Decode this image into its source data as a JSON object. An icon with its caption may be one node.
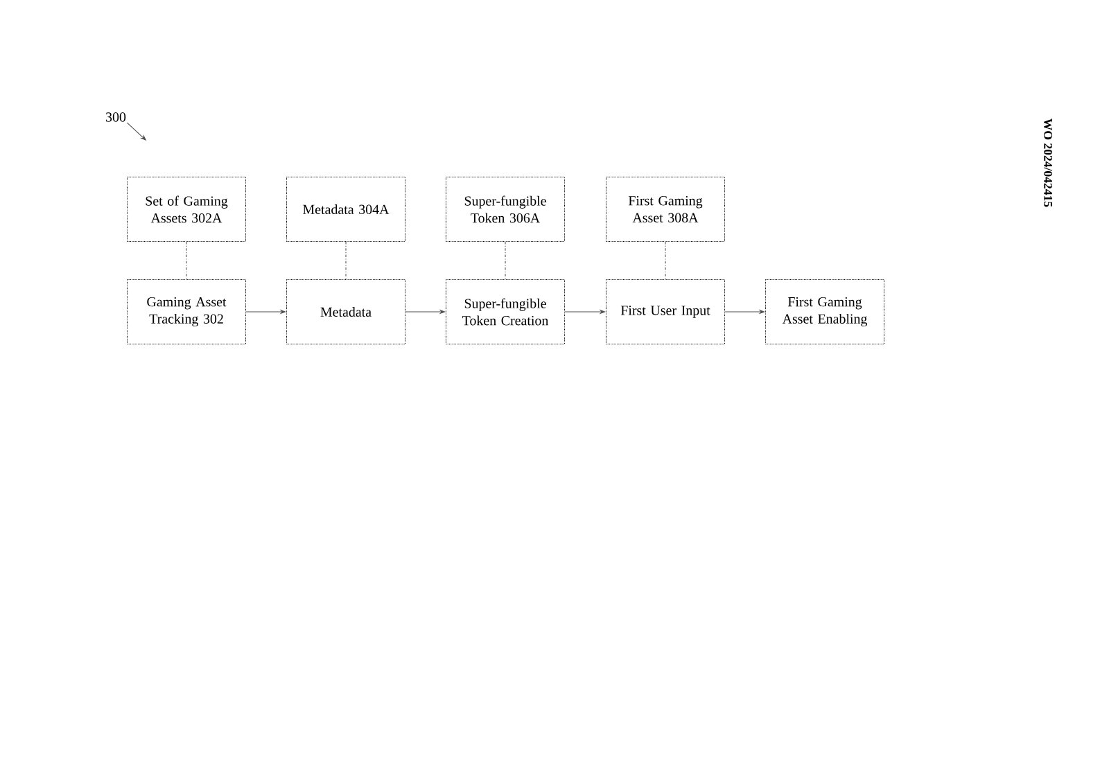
{
  "diagram": {
    "nodes": [
      {
        "text": [
          "Set of Gaming Assets 302A"
        ]
      },
      {
        "text": [
          "Metadata 304A"
        ]
      },
      {
        "text": [
          "Super-fungible Token 306A"
        ]
      },
      {
        "text": [
          "First Gaming Asset 308A"
        ]
      },
      {
        "text": [
          "Gaming Asset Tracking 302"
        ]
      },
      {
        "text": [
          "Metadata"
        ]
      },
      {
        "text": [
          "Super-fungible Token Creation"
        ]
      },
      {
        "text": [
          "First User Input"
        ]
      },
      {
        "text": [
          "First Gaming Asset Enabling"
        ]
      },
      {
        "text": [
          "300"
        ]
      }
    ],
    "edges": [
      {
        "from": 0,
        "to": 4,
        "arrow": "none",
        "style": "dashed"
      },
      {
        "from": 1,
        "to": 5,
        "arrow": "none",
        "style": "dashed"
      },
      {
        "from": 2,
        "to": 6,
        "arrow": "none",
        "style": "dashed"
      },
      {
        "from": 3,
        "to": 7,
        "arrow": "none",
        "style": "dashed"
      },
      {
        "from": 4,
        "to": 5,
        "arrow": "to"
      },
      {
        "from": 5,
        "to": 6,
        "arrow": "to"
      },
      {
        "from": 6,
        "to": 7,
        "arrow": "to"
      },
      {
        "from": 7,
        "to": 8,
        "arrow": "to"
      },
      {
        "from": 9,
        "to": null,
        "arrow": "to"
      }
    ],
    "labels": [
      "WO 2024/042415"
    ]
  }
}
